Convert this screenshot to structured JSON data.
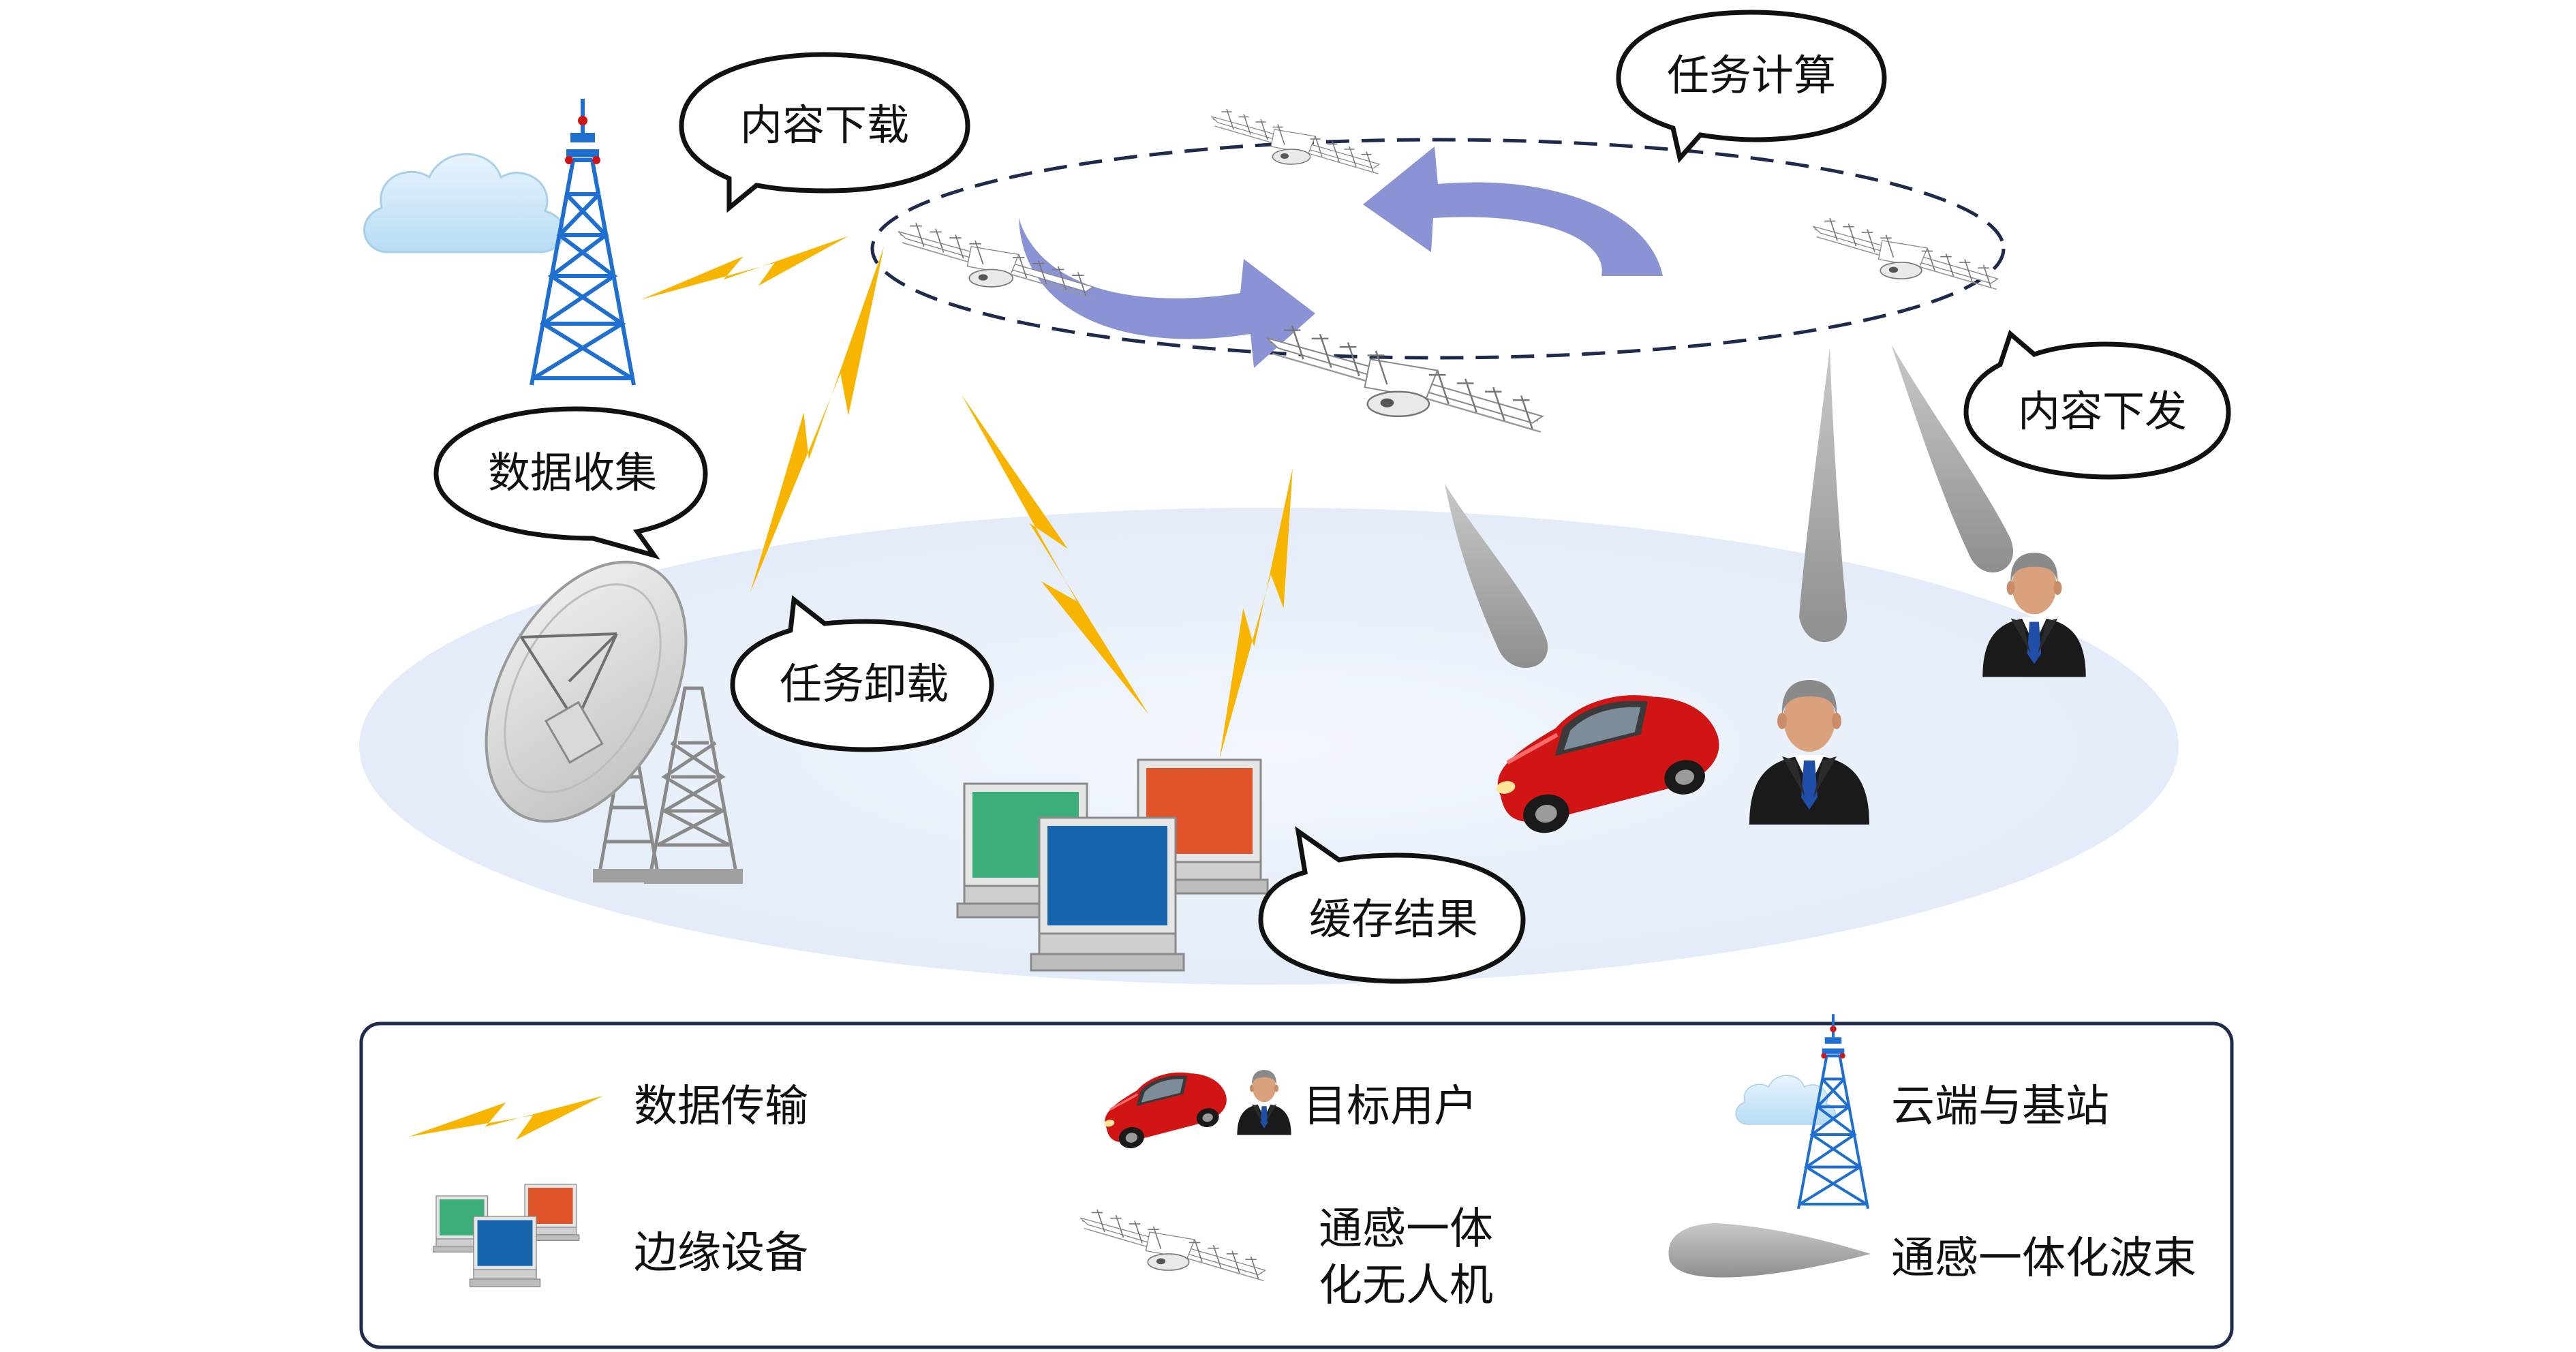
{
  "bubbles": {
    "content_download": "内容下载",
    "task_compute": "任务计算",
    "content_dispatch": "内容下发",
    "data_collect": "数据收集",
    "task_offload": "任务卸载",
    "cache_result": "缓存结果"
  },
  "legend": {
    "data_transmission": "数据传输",
    "target_users": "目标用户",
    "cloud_and_base_station": "云端与基站",
    "edge_devices": "边缘设备",
    "isac_uav_line1": "通感一体",
    "isac_uav_line2": "化无人机",
    "isac_beam": "通感一体化波束"
  },
  "colors": {
    "lightning": "#f7b500",
    "flow_arrow": "#8a93d4",
    "beam": "#a6a6a6",
    "tower": "#1f6fd1",
    "ground": "#eaf1fb",
    "car": "#d11414",
    "screen_green": "#3cae7a",
    "screen_blue": "#1766ad",
    "screen_orange": "#e0542a"
  }
}
